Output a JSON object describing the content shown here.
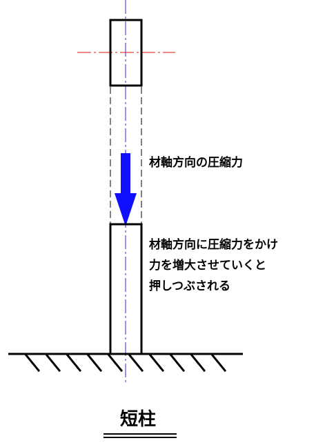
{
  "figure": {
    "axial_force_label": "材軸方向の圧縮力",
    "description_lines": [
      "材軸方向に圧縮力をかけ",
      "力を増大させていくと",
      "押しつぶされる"
    ],
    "caption": "短柱"
  },
  "colors": {
    "arrow": "#1010ff",
    "centerline": "#2a2ae0",
    "horizontal_centerline": "#e01010",
    "outline": "#000000",
    "background": "#ffffff"
  }
}
